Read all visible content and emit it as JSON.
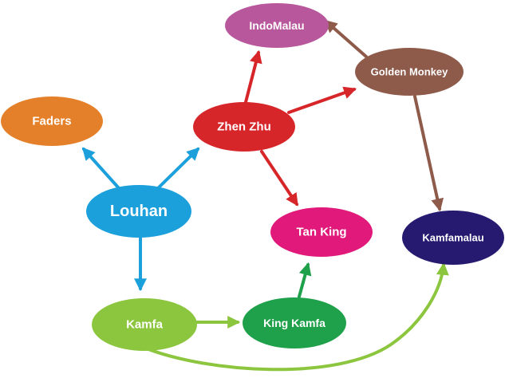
{
  "nodes": [
    {
      "id": "indomalau",
      "label": "IndoMalau",
      "color": "#b8579b"
    },
    {
      "id": "golden-monkey",
      "label": "Golden Monkey",
      "color": "#8e5a4a"
    },
    {
      "id": "faders",
      "label": "Faders",
      "color": "#e5802a"
    },
    {
      "id": "zhen-zhu",
      "label": "Zhen Zhu",
      "color": "#d7262a"
    },
    {
      "id": "louhan",
      "label": "Louhan",
      "color": "#1ba0dc"
    },
    {
      "id": "tan-king",
      "label": "Tan King",
      "color": "#e0197a"
    },
    {
      "id": "kamfamalau",
      "label": "Kamfamalau",
      "color": "#261970"
    },
    {
      "id": "kamfa",
      "label": "Kamfa",
      "color": "#8cc63e"
    },
    {
      "id": "king-kamfa",
      "label": "King Kamfa",
      "color": "#1ea14a"
    }
  ],
  "edges": [
    {
      "from": "louhan",
      "to": "faders",
      "color": "#1ba0dc"
    },
    {
      "from": "louhan",
      "to": "zhen-zhu",
      "color": "#1ba0dc"
    },
    {
      "from": "louhan",
      "to": "kamfa",
      "color": "#1ba0dc"
    },
    {
      "from": "zhen-zhu",
      "to": "indomalau",
      "color": "#d7262a"
    },
    {
      "from": "zhen-zhu",
      "to": "golden-monkey",
      "color": "#d7262a"
    },
    {
      "from": "zhen-zhu",
      "to": "tan-king",
      "color": "#d7262a"
    },
    {
      "from": "golden-monkey",
      "to": "indomalau",
      "color": "#8e5a4a"
    },
    {
      "from": "golden-monkey",
      "to": "kamfamalau",
      "color": "#8e5a4a"
    },
    {
      "from": "kamfa",
      "to": "king-kamfa",
      "color": "#8cc63e"
    },
    {
      "from": "king-kamfa",
      "to": "tan-king",
      "color": "#1ea14a"
    },
    {
      "from": "kamfa",
      "to": "kamfamalau",
      "color": "#8cc63e",
      "curved": true
    }
  ]
}
